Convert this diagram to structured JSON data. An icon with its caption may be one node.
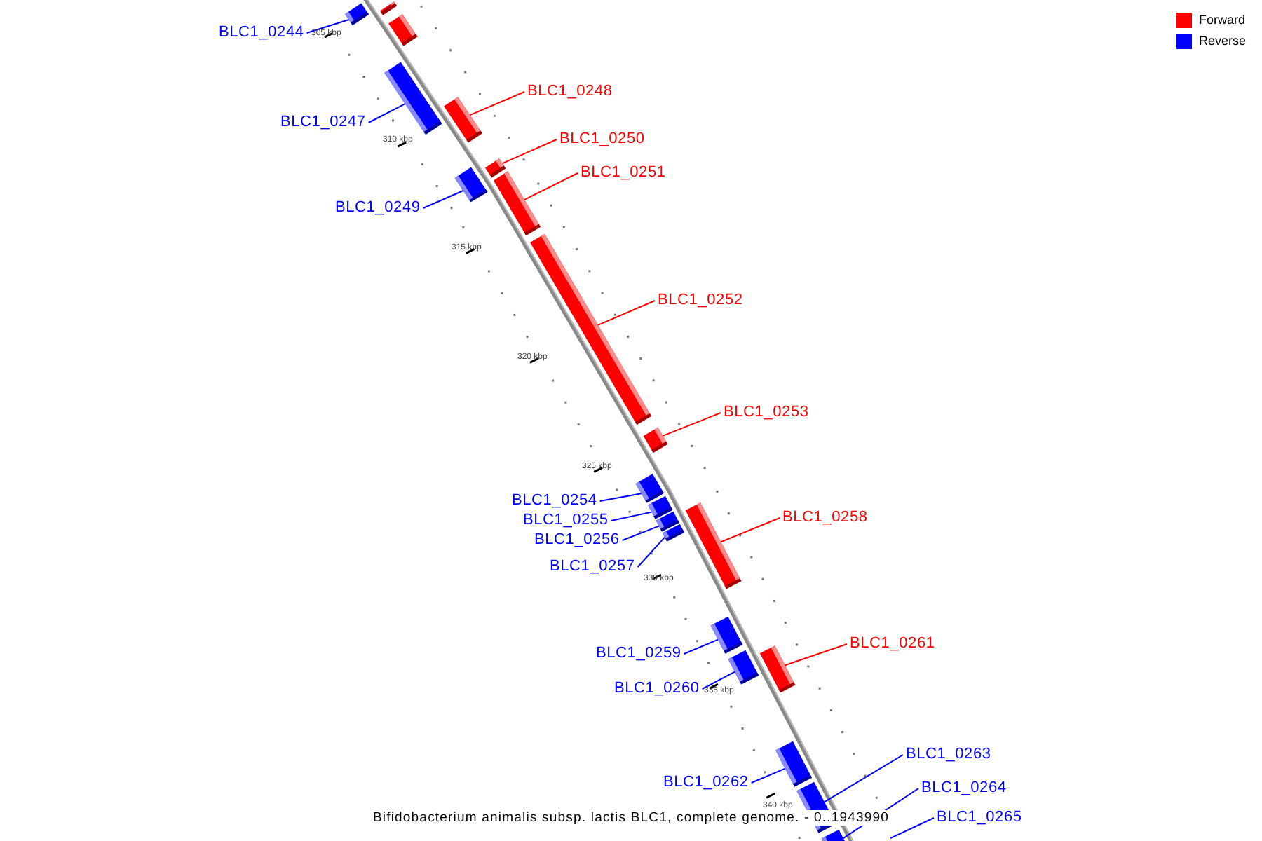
{
  "diagram": {
    "title": "Bifidobacterium animalis subsp. lactis BLC1, complete genome. - 0..1943990",
    "nodes": [
      {
        "text": [
          "BLC1_0244"
        ]
      },
      {
        "text": [],
        "shape": "bar"
      },
      {
        "text": [],
        "shape": "bar"
      },
      {
        "text": [],
        "shape": "bar"
      },
      {
        "text": [
          "BLC1_0247"
        ]
      },
      {
        "text": [],
        "shape": "bar"
      },
      {
        "text": [
          "BLC1_0248"
        ]
      },
      {
        "text": [],
        "shape": "bar"
      },
      {
        "text": [
          "BLC1_0250"
        ]
      },
      {
        "text": [],
        "shape": "bar"
      },
      {
        "text": [
          "BLC1_0251"
        ]
      },
      {
        "text": [],
        "shape": "bar"
      },
      {
        "text": [
          "BLC1_0249"
        ]
      },
      {
        "text": [],
        "shape": "bar"
      },
      {
        "text": [
          "BLC1_0252"
        ]
      },
      {
        "text": [],
        "shape": "bar"
      },
      {
        "text": [
          "BLC1_0253"
        ]
      },
      {
        "text": [],
        "shape": "bar"
      },
      {
        "text": [
          "BLC1_0254"
        ]
      },
      {
        "text": [],
        "shape": "bar"
      },
      {
        "text": [
          "BLC1_0255"
        ]
      },
      {
        "text": [],
        "shape": "bar"
      },
      {
        "text": [
          "BLC1_0256"
        ]
      },
      {
        "text": [],
        "shape": "bar"
      },
      {
        "text": [
          "BLC1_0257"
        ]
      },
      {
        "text": [],
        "shape": "bar"
      },
      {
        "text": [
          "BLC1_0258"
        ]
      },
      {
        "text": [],
        "shape": "bar"
      },
      {
        "text": [
          "BLC1_0259"
        ]
      },
      {
        "text": [],
        "shape": "bar"
      },
      {
        "text": [
          "BLC1_0261"
        ]
      },
      {
        "text": [],
        "shape": "bar"
      },
      {
        "text": [
          "BLC1_0260"
        ]
      },
      {
        "text": [],
        "shape": "bar"
      },
      {
        "text": [
          "BLC1_0262"
        ]
      },
      {
        "text": [],
        "shape": "bar"
      },
      {
        "text": [
          "BLC1_0263"
        ]
      },
      {
        "text": [],
        "shape": "bar"
      },
      {
        "text": [
          "BLC1_0264"
        ]
      },
      {
        "text": [],
        "shape": "bar"
      },
      {
        "text": [
          "BLC1_0265"
        ]
      }
    ],
    "edges": [
      {
        "from": 0,
        "to": 1,
        "arrow": "none"
      },
      {
        "from": 4,
        "to": 5,
        "arrow": "none"
      },
      {
        "from": 6,
        "to": 7,
        "arrow": "none",
        "color": "#ff0000"
      },
      {
        "from": 8,
        "to": 9,
        "arrow": "none",
        "color": "#ff0000"
      },
      {
        "from": 10,
        "to": 11,
        "arrow": "none",
        "color": "#ff0000"
      },
      {
        "from": 12,
        "to": 13,
        "arrow": "none"
      },
      {
        "from": 14,
        "to": 15,
        "arrow": "none",
        "color": "#ff0000"
      },
      {
        "from": 16,
        "to": 17,
        "arrow": "none",
        "color": "#ff0000"
      },
      {
        "from": 18,
        "to": 19,
        "arrow": "none"
      },
      {
        "from": 20,
        "to": 21,
        "arrow": "none"
      },
      {
        "from": 22,
        "to": 23,
        "arrow": "none"
      },
      {
        "from": 24,
        "to": 25,
        "arrow": "none"
      },
      {
        "from": 26,
        "to": 27,
        "arrow": "none",
        "color": "#ff0000"
      },
      {
        "from": 28,
        "to": 29,
        "arrow": "none"
      },
      {
        "from": 30,
        "to": 31,
        "arrow": "none",
        "color": "#ff0000"
      },
      {
        "from": 32,
        "to": 33,
        "arrow": "none"
      },
      {
        "from": 34,
        "to": 35,
        "arrow": "none"
      },
      {
        "from": 36,
        "to": 37,
        "arrow": "none"
      },
      {
        "from": 38,
        "to": 39,
        "arrow": "none"
      },
      {
        "from": 40,
        "to": null,
        "arrow": "none"
      }
    ],
    "labels": [
      "305 kbp",
      "310 kbp",
      "315 kbp",
      "320 kbp",
      "325 kbp",
      "330 kbp",
      "335 kbp",
      "340 kbp"
    ],
    "legend": [
      {
        "text": "Forward",
        "color": "#ff0000"
      },
      {
        "text": "Reverse",
        "color": "#0000ff"
      }
    ]
  }
}
